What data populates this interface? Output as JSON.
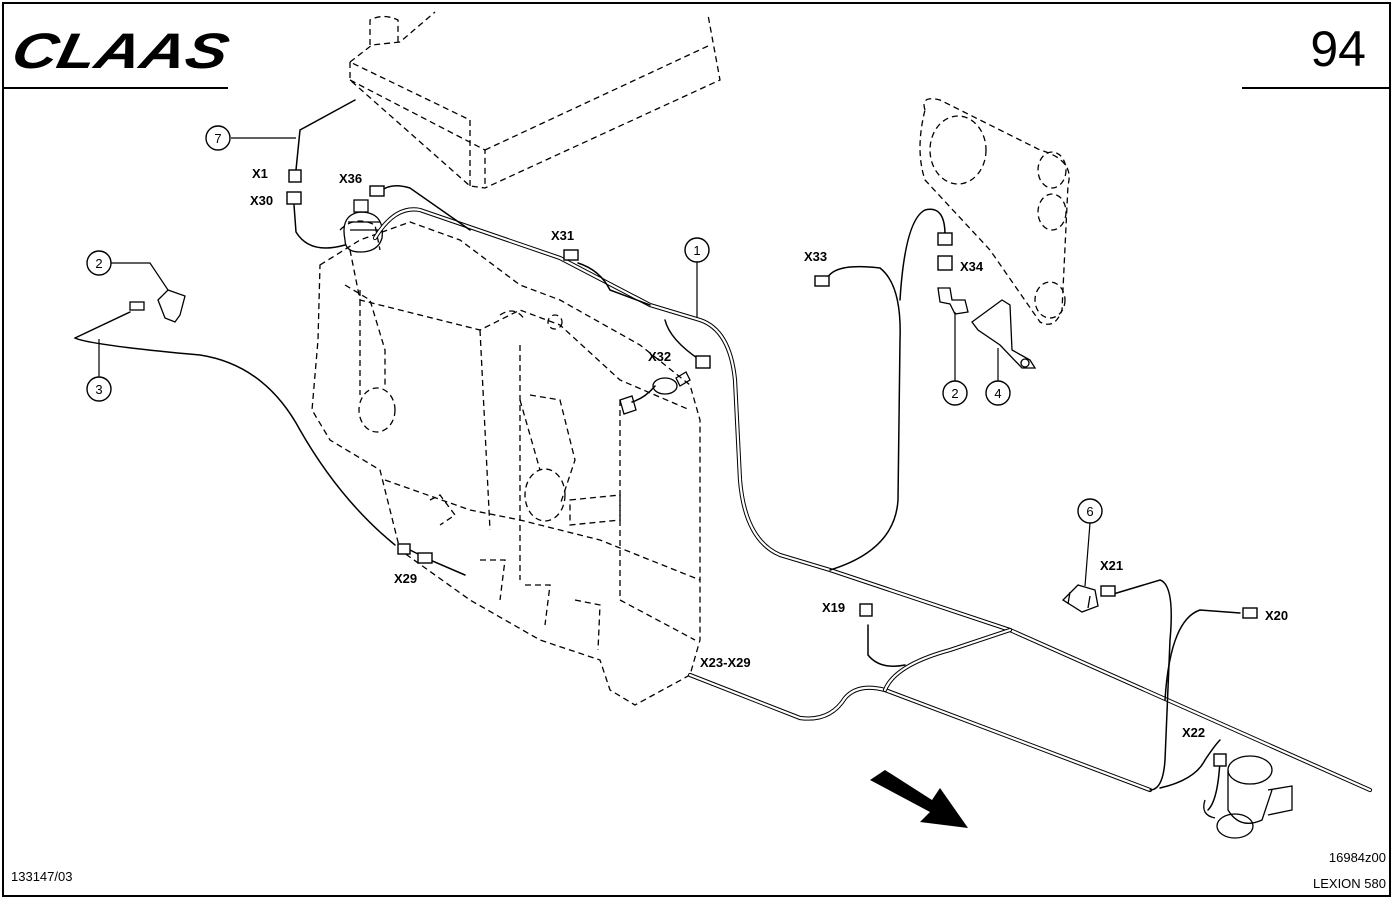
{
  "brand": {
    "logo_text": "CLAAS"
  },
  "page_number": "94",
  "footer": {
    "document_code": "133147/03",
    "drawing_code": "16984z00",
    "model": "LEXION 580"
  },
  "connectors": {
    "x1": "X1",
    "x30": "X30",
    "x36": "X36",
    "x31": "X31",
    "x32": "X32",
    "x33": "X33",
    "x34": "X34",
    "x29": "X29",
    "x19": "X19",
    "x21": "X21",
    "x20": "X20",
    "x22": "X22",
    "x23_x29": "X23-X29"
  },
  "callouts": {
    "c1": "1",
    "c2a": "2",
    "c2b": "2",
    "c3": "3",
    "c4": "4",
    "c6": "6",
    "c7": "7"
  }
}
